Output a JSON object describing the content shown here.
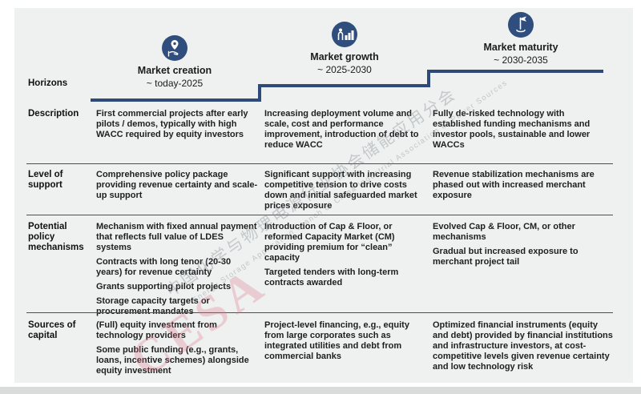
{
  "colors": {
    "accent_blue": "#2f4d7d",
    "stair_line_blue": "#2e4a78",
    "card_bg": "#eef1f0",
    "watermark_pink": "#de788a",
    "watermark_grey": "#7d878c"
  },
  "phases": [
    {
      "icon": "hand-location-pin-icon",
      "title": "Market creation",
      "period": "~ today-2025"
    },
    {
      "icon": "growth-bar-chart-icon",
      "title": "Market growth",
      "period": "~ 2025-2030"
    },
    {
      "icon": "maturity-flag-icon",
      "title": "Market maturity",
      "period": "~ 2030-2035"
    }
  ],
  "table": {
    "rows": [
      {
        "label": "Horizons"
      },
      {
        "label": "Description",
        "cols": [
          [
            "First commercial projects after early pilots / demos, typically with high WACC required by equity investors"
          ],
          [
            "Increasing deployment volume and scale, cost and performance improvement, introduction of debt to reduce WACC"
          ],
          [
            "Fully de-risked technology with established funding mechanisms and investor pools, sustainable and lower WACCs"
          ]
        ]
      },
      {
        "label": "Level of support",
        "cols": [
          [
            "Comprehensive policy package providing revenue certainty and scale-up support"
          ],
          [
            "Significant support with increasing competitive tension to drive costs down and initial safeguarded market prices exposure"
          ],
          [
            "Revenue stabilization mechanisms are phased out with increased merchant exposure"
          ]
        ]
      },
      {
        "label": "Potential policy mechanisms",
        "cols": [
          [
            "Mechanism with fixed annual payment that reflects full value of LDES systems",
            "Contracts with long tenor (20-30 years) for revenue certainty",
            "Grants supporting pilot projects",
            "Storage capacity targets or procurement mandates"
          ],
          [
            "Introduction of Cap & Floor, or reformed Capacity Market (CM) providing premium for “clean” capacity",
            "Targeted tenders with long-term contracts awarded"
          ],
          [
            "Evolved Cap & Floor, CM, or other mechanisms",
            "Gradual but increased exposure to merchant project tail"
          ]
        ]
      },
      {
        "label": "Sources of capital",
        "cols": [
          [
            "(Full) equity investment from technology providers",
            "Some public funding (e.g., grants, loans, incentive schemes) alongside equity investment"
          ],
          [
            "Project-level financing, e.g., equity from large corporates such as integrated utilities and debt from commercial banks"
          ],
          [
            "Optimized financial instruments (equity and debt) provided by financial institutions and infrastructure investors, at cost-competitive levels given revenue certainty and low technology risk"
          ]
        ]
      }
    ]
  },
  "watermark": {
    "cesa": "CESA",
    "cn": "中国化学与物理电源行业协会储能应用分会",
    "en": "Energy Storage Application Branch of China Industrial Association of Power Sources"
  }
}
